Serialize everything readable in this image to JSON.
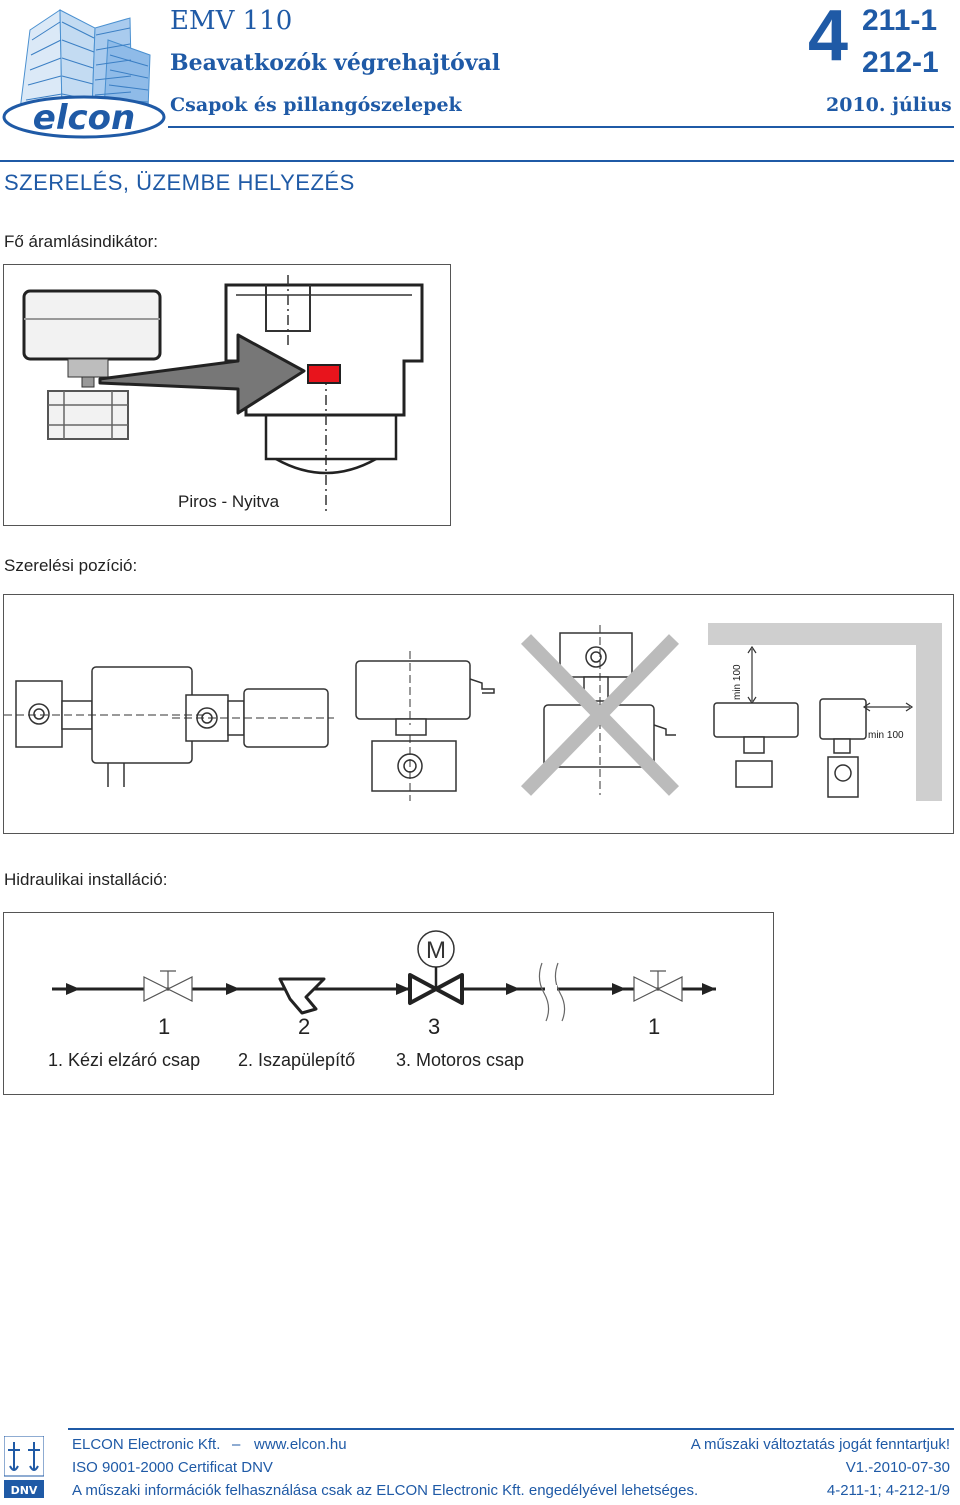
{
  "header": {
    "logo_text": "elcon",
    "product": "EMV 110",
    "subtitle1": "Beavatkozók végrehajtóval",
    "subtitle2": "Csapok és pillangószelepek",
    "section_digit": "4",
    "code1": "211-1",
    "code2": "212-1",
    "date": "2010. július"
  },
  "section_title": "SZERELÉS, ÜZEMBE HELYEZÉS",
  "flow_indicator": {
    "label": "Fő áramlásindikátor:",
    "caption": "Piros - Nyitva",
    "indicator_color": "#e8141c"
  },
  "mounting": {
    "label": "Szerelési pozíció:",
    "min_vertical": "min 100",
    "min_horizontal": "min 100"
  },
  "hydraulic": {
    "label": "Hidraulikai installáció:",
    "motor_symbol": "M",
    "numbers": [
      "1",
      "2",
      "3",
      "1"
    ],
    "legend": [
      "1. Kézi elzáró csap",
      "2. Iszapülepítő",
      "3. Motoros csap"
    ]
  },
  "footer": {
    "company": "ELCON Electronic Kft.",
    "dash": "–",
    "website": "www.elcon.hu",
    "rights": "A műszaki változtatás jogát fenntartjuk!",
    "iso": "ISO 9001-2000 Certificat DNV",
    "version": "V1.-2010-07-30",
    "usage": "A műszaki információk felhasználása csak az ELCON Electronic Kft. engedélyével lehetséges.",
    "page_ref": "4-211-1; 4-212-1/9",
    "dnv_text": "DNV"
  }
}
